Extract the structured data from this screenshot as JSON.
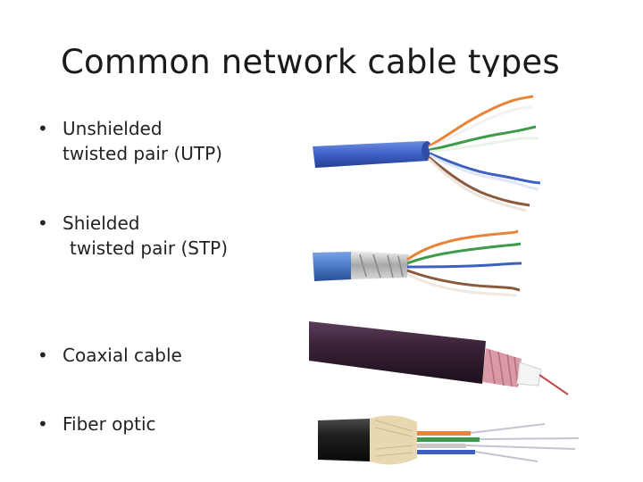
{
  "title": "Common network cable types",
  "bullets": [
    {
      "line1": "Unshielded",
      "line2": "twisted pair (UTP)",
      "image_icon": "utp-cable-icon"
    },
    {
      "line1": "Shielded",
      "line2": "twisted pair (STP)",
      "image_icon": "stp-cable-icon"
    },
    {
      "line1": "Coaxial cable",
      "image_icon": "coaxial-cable-icon"
    },
    {
      "line1": "Fiber optic",
      "image_icon": "fiber-optic-cable-icon"
    }
  ],
  "bullet_glyph": "•",
  "colors": {
    "utp_jacket": "#3f63c9",
    "stp_jacket": "#4a79c6",
    "coax_jacket": "#3a2237",
    "fiber_jacket": "#1e1e1e",
    "wire_orange": "#e8843a",
    "wire_green": "#3f9a4c",
    "wire_blue": "#3d5fc0",
    "wire_brown": "#8a5a3c"
  }
}
